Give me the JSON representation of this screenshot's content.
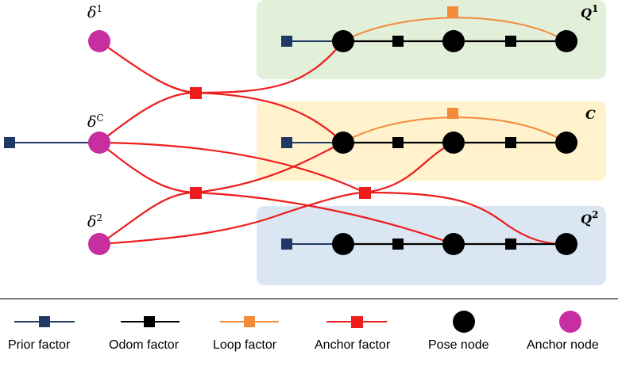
{
  "colors": {
    "panel_q1": "#e2efd9",
    "panel_c": "#fff2cc",
    "panel_q2": "#dbe6f3",
    "prior": "#1f3864",
    "odom": "#000000",
    "loop": "#f38a3c",
    "anchor": "#ee1c1c",
    "pose_node": "#000000",
    "anchor_node": "#c72ea0",
    "divider": "#7f7f7f"
  },
  "panels": {
    "q1": {
      "label": "Q",
      "sup": "1"
    },
    "c": {
      "label": "C",
      "sup": ""
    },
    "q2": {
      "label": "Q",
      "sup": "2"
    }
  },
  "anchor_nodes": {
    "d1": {
      "label": "δ",
      "sup": "1"
    },
    "dc": {
      "label": "δ",
      "sup": "C"
    },
    "d2": {
      "label": "δ",
      "sup": "2"
    }
  },
  "legend": {
    "prior": {
      "label": "Prior factor",
      "icon": "square-on-line"
    },
    "odom": {
      "label": "Odom factor",
      "icon": "square-on-line"
    },
    "loop": {
      "label": "Loop factor",
      "icon": "square-on-line"
    },
    "anchor": {
      "label": "Anchor factor",
      "icon": "square-on-line"
    },
    "pose": {
      "label": "Pose node",
      "icon": "filled-circle"
    },
    "anchor_node": {
      "label": "Anchor node",
      "icon": "filled-circle"
    }
  }
}
